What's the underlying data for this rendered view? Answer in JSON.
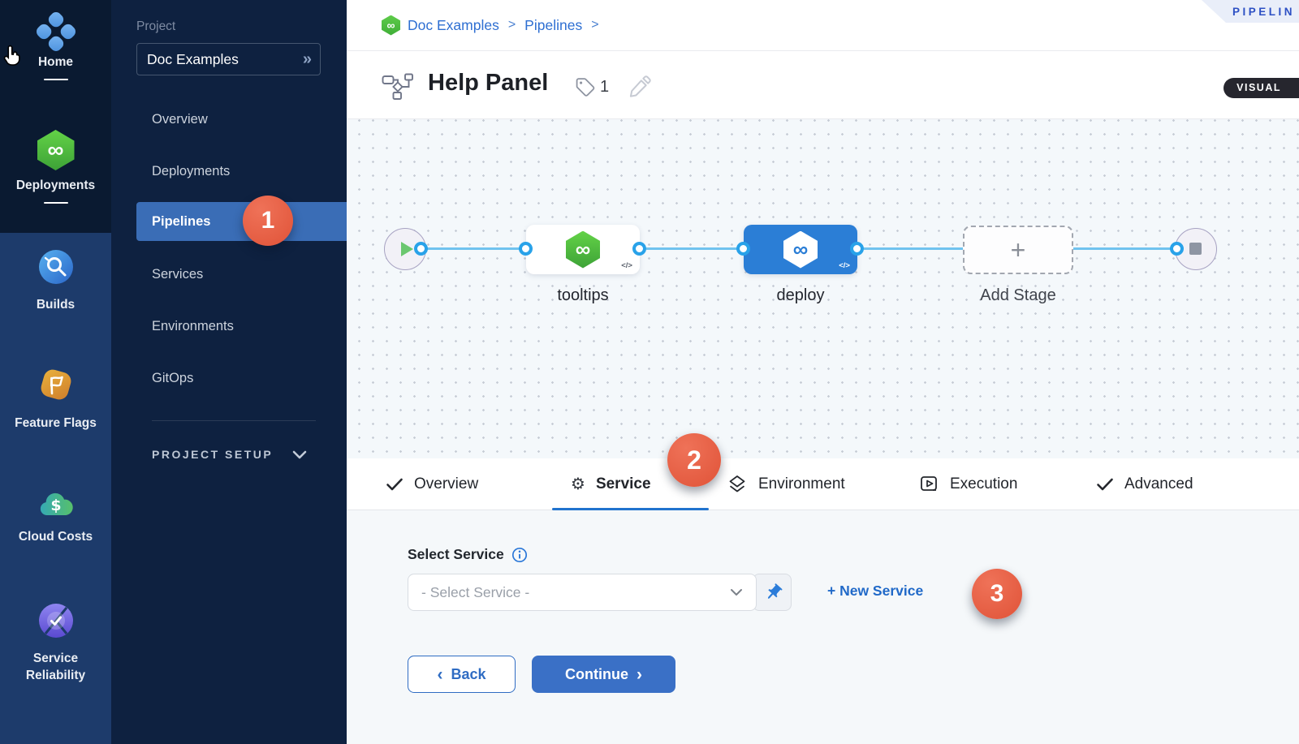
{
  "icons": {
    "expand": "»",
    "infinity": "∞",
    "gear": "⚙",
    "dollar": "$",
    "add_stage_plus": "+",
    "code": "</>",
    "chevron_left": "‹",
    "chevron_right": "›"
  },
  "module_rail": {
    "items": [
      {
        "label": "Home"
      },
      {
        "label": "Deployments"
      },
      {
        "label": "Builds"
      },
      {
        "label": "Feature Flags"
      },
      {
        "label": "Cloud Costs"
      },
      {
        "label": "Service Reliability"
      }
    ]
  },
  "project_nav": {
    "section_label": "Project",
    "project_name": "Doc Examples",
    "items": [
      {
        "label": "Overview"
      },
      {
        "label": "Deployments"
      },
      {
        "label": "Pipelines",
        "active": true
      },
      {
        "label": "Services"
      },
      {
        "label": "Environments"
      },
      {
        "label": "GitOps"
      }
    ],
    "setup_label": "PROJECT SETUP"
  },
  "annotations": {
    "step1": "1",
    "step2": "2",
    "step3": "3"
  },
  "breadcrumb": {
    "crumb1": "Doc Examples",
    "sep": ">",
    "crumb2": "Pipelines"
  },
  "top_ribbon": {
    "label": "PIPELIN"
  },
  "header": {
    "title": "Help Panel",
    "tag_count": "1",
    "mode_badge": "VISUAL"
  },
  "canvas": {
    "stage1_label": "tooltips",
    "stage2_label": "deploy",
    "add_stage_label": "Add Stage"
  },
  "tabs": {
    "overview": "Overview",
    "service": "Service",
    "environment": "Environment",
    "execution": "Execution",
    "advanced": "Advanced"
  },
  "form": {
    "label": "Select Service",
    "placeholder": "- Select Service -",
    "new_service_link": "+ New Service",
    "back_label": "Back",
    "continue_label": "Continue"
  },
  "colors": {
    "rail_bg": "#0a1a31",
    "rail_section_bg": "#1d3b6b",
    "project_nav_bg": "#0e2140",
    "active_nav_blue": "#3a6db6",
    "annotation_red": "#e75c44",
    "link_blue": "#2e6fd2",
    "node_blue": "#2b7ed6",
    "harness_green": "#4fc13e",
    "primary_button_blue": "#3a70c6"
  }
}
